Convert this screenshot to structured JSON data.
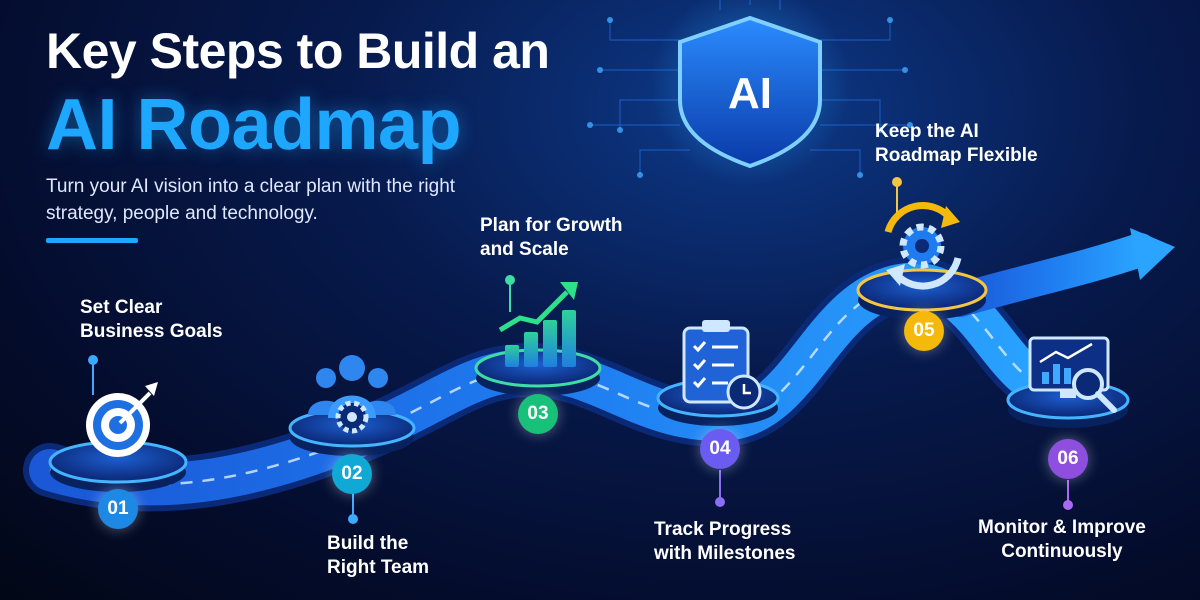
{
  "header": {
    "title_line1": "Key Steps to Build an",
    "title_line2": "AI Roadmap",
    "subtitle": "Turn your AI vision into a clear plan with the right strategy, people and technology."
  },
  "badge": {
    "text": "AI"
  },
  "steps": [
    {
      "number": "01",
      "label_lines": [
        "Set Clear",
        "Business Goals"
      ],
      "icon": "target-icon",
      "color": "#1e88e5"
    },
    {
      "number": "02",
      "label_lines": [
        "Build the",
        "Right Team"
      ],
      "icon": "team-gear-icon",
      "color": "#10a9d6"
    },
    {
      "number": "03",
      "label_lines": [
        "Plan for Growth",
        "and Scale"
      ],
      "icon": "growth-chart-icon",
      "color": "#19c07a"
    },
    {
      "number": "04",
      "label_lines": [
        "Track Progress",
        "with Milestones"
      ],
      "icon": "clipboard-checklist-icon",
      "color": "#6a5cf0"
    },
    {
      "number": "05",
      "label_lines": [
        "Keep the AI",
        "Roadmap Flexible"
      ],
      "icon": "cycle-gear-icon",
      "color": "#f4b90a"
    },
    {
      "number": "06",
      "label_lines": [
        "Monitor & Improve",
        "Continuously"
      ],
      "icon": "monitor-magnifier-icon",
      "color": "#8e4fe0"
    }
  ],
  "colors": {
    "accent": "#1ea7ff",
    "road": "#1c6fe8",
    "background": "#040c2c"
  }
}
